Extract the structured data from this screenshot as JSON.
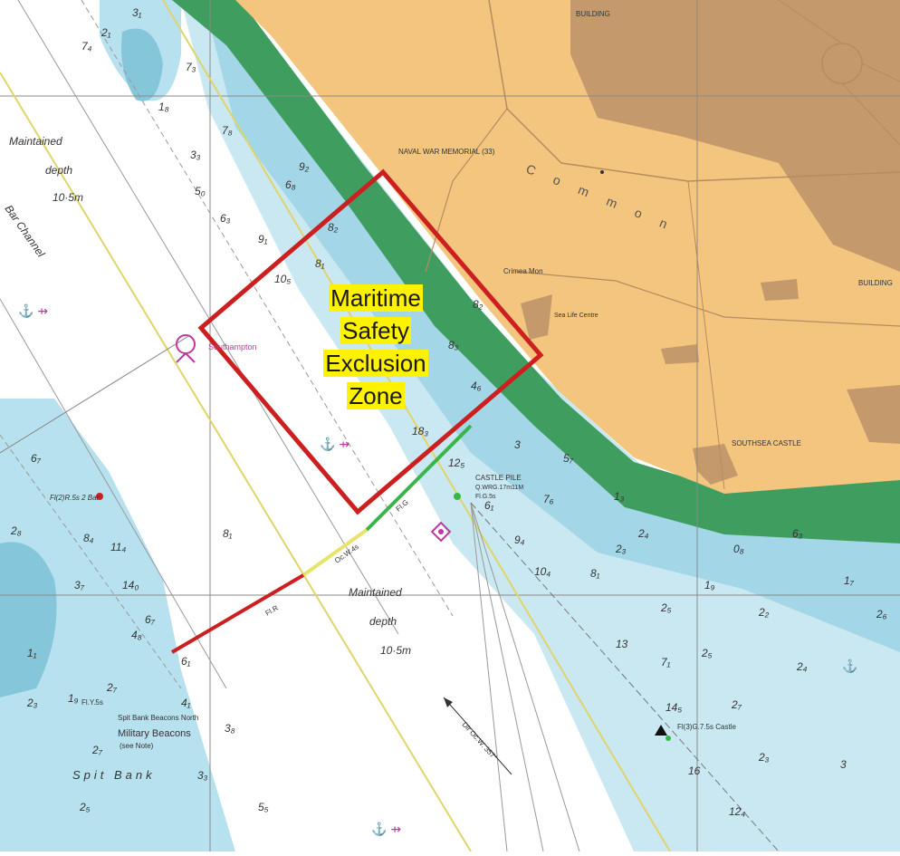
{
  "zone": {
    "line1": "Maritime",
    "line2": "Safety",
    "line3": "Exclusion",
    "line4": "Zone",
    "outline_color": "#cc1f1f",
    "highlight_color": "#fff200"
  },
  "labels": {
    "maintained_top_1": "Maintained",
    "maintained_top_2": "depth",
    "maintained_top_3": "10·5m",
    "bar_channel": "Bar Channel",
    "maintained_mid_1": "Maintained",
    "maintained_mid_2": "depth",
    "maintained_mid_3": "10·5m",
    "southampton": "Southampton",
    "naval_war_memorial": "NAVAL WAR MEMORIAL (33)",
    "common": "Common",
    "building_top": "BUILDING",
    "building_right": "BUILDING",
    "crimea_mon": "Crimea Mon",
    "sea_life_centre": "Sea Life Centre",
    "southsea_castle": "SOUTHSEA CASTLE",
    "castle_pile": "CASTLE PILE",
    "castle_pile_light": "Q.WRG.17m11M",
    "castle_pile_fl": "Fl.G.5s",
    "spit_bank_beacons": "Spit Bank Beacons North",
    "military_beacons": "Military Beacons",
    "see_note": "(see Note)",
    "spit_bank": "Spit Bank",
    "fl_2r": "Fl(2)R.5s 2 Bar",
    "fl_y": "Fl.Y.5s",
    "castle_light": "Fl(3)G.7.5s Castle",
    "lead_bearing": "Dir Oc.W. 357°",
    "sector_fig": "Fl.G",
    "sector_oc": "Oc.W.4s",
    "sector_flr": "Fl.R"
  },
  "colors": {
    "land": "#f3c57f",
    "built_up": "#c49a6c",
    "intertidal": "#3f9e5f",
    "shallow": "#b7e1ee",
    "deep_shallow": "#a3d6e6",
    "deep": "#ffffff",
    "sector_red": "#cc1f1f",
    "sector_yellow": "#e8e36a",
    "sector_green": "#39b54a",
    "nautical_magenta": "#c0399e"
  },
  "soundings": [
    "3₁",
    "2₁",
    "7₄",
    "7₃",
    "7₈",
    "1₈",
    "5₀",
    "3₃",
    "8₁",
    "8₂",
    "9₁",
    "6₈",
    "10₅",
    "9₂",
    "8₃",
    "6₃",
    "4₆",
    "8₂",
    "18₃",
    "12₅",
    "5₇",
    "6₁",
    "3",
    "7₆",
    "1₃",
    "2₄",
    "0₈",
    "6₃",
    "9₄",
    "10₄",
    "8₁",
    "2₃",
    "2₅",
    "2₂",
    "1₉",
    "1₇",
    "2₆",
    "4₁",
    "2₇",
    "2₃",
    "8₄",
    "11₄",
    "14₀",
    "6₇",
    "1₁",
    "3₇",
    "4₈",
    "2₈",
    "1₉",
    "2₇",
    "2₅",
    "6₇",
    "6₁",
    "5₅",
    "3₃",
    "16",
    "12₄",
    "3₈",
    "2₃",
    "2₇",
    "3",
    "13",
    "7₁",
    "2₅",
    "2₄",
    "14₅",
    "8₁"
  ]
}
